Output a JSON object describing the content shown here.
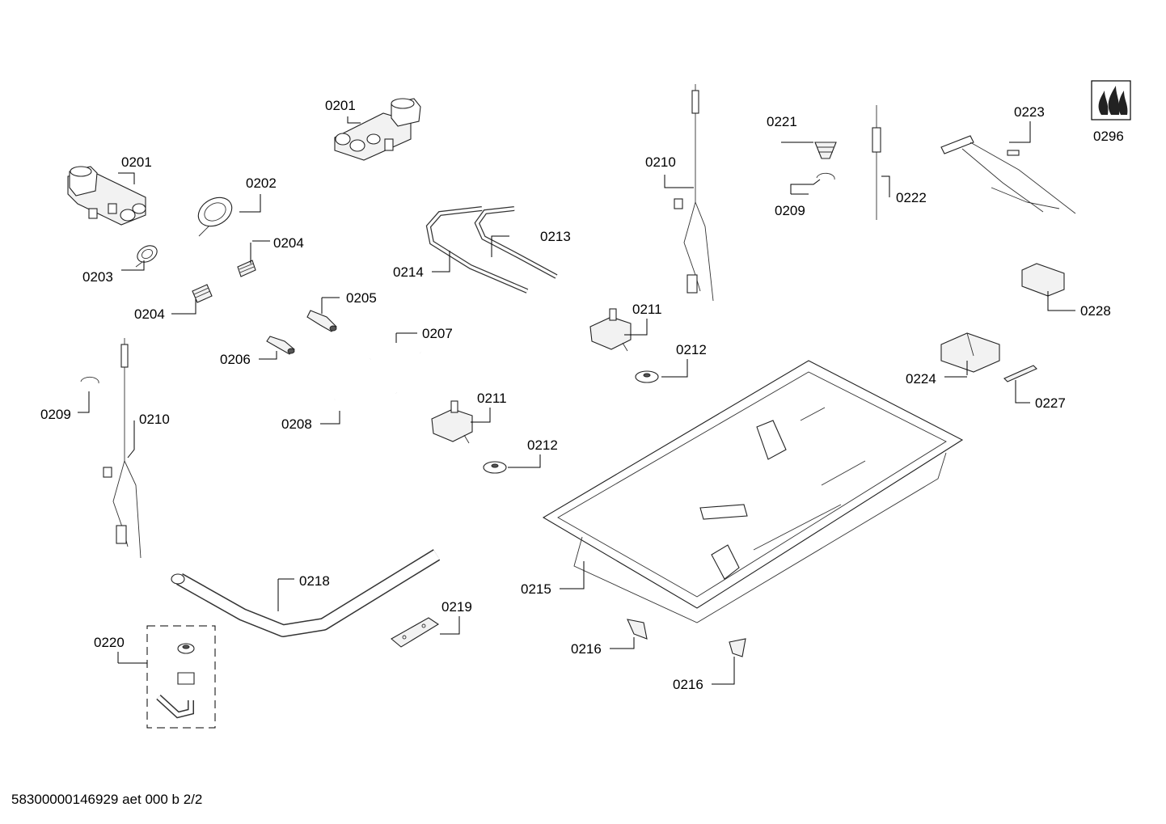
{
  "labels": {
    "p0201a": "0201",
    "p0201b": "0201",
    "p0202": "0202",
    "p0203": "0203",
    "p0204a": "0204",
    "p0204b": "0204",
    "p0205": "0205",
    "p0206": "0206",
    "p0207": "0207",
    "p0208": "0208",
    "p0209a": "0209",
    "p0209b": "0209",
    "p0210a": "0210",
    "p0210b": "0210",
    "p0211a": "0211",
    "p0211b": "0211",
    "p0212a": "0212",
    "p0212b": "0212",
    "p0213": "0213",
    "p0214": "0214",
    "p0215": "0215",
    "p0216a": "0216",
    "p0216b": "0216",
    "p0218": "0218",
    "p0219": "0219",
    "p0220": "0220",
    "p0221": "0221",
    "p0222": "0222",
    "p0223": "0223",
    "p0224": "0224",
    "p0227": "0227",
    "p0228": "0228",
    "p0296": "0296"
  },
  "footer": "58300000146929 aet 000 b 2/2"
}
